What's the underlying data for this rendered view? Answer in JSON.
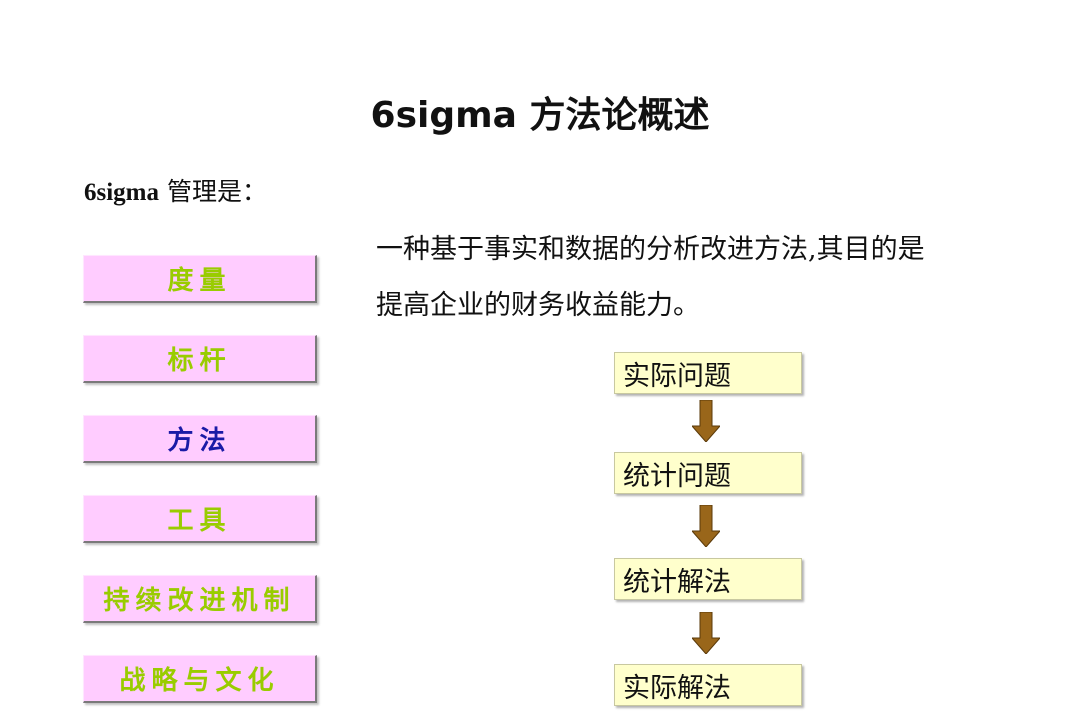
{
  "slide": {
    "title": "6sigma 方法论概述",
    "subtitle_bold": "6sigma",
    "subtitle_rest": " 管理是：",
    "description_lines": [
      "一种基于事实和数据的分析改进方法,其目的是",
      "提高企业的财务收益能力。"
    ]
  },
  "categories": [
    {
      "label": "度量",
      "active": false
    },
    {
      "label": "标杆",
      "active": false
    },
    {
      "label": "方法",
      "active": true
    },
    {
      "label": "工具",
      "active": false
    },
    {
      "label": "持续改进机制",
      "active": false
    },
    {
      "label": "战略与文化",
      "active": false
    }
  ],
  "flow": {
    "steps": [
      "实际问题",
      "统计问题",
      "统计解法",
      "实际解法"
    ]
  },
  "colors": {
    "pill_background": "#ffccff",
    "pill_text": "#99cc00",
    "pill_active_text": "#1a1aa6",
    "flow_box_background": "#ffffcc",
    "arrow_fill": "#99661a"
  }
}
